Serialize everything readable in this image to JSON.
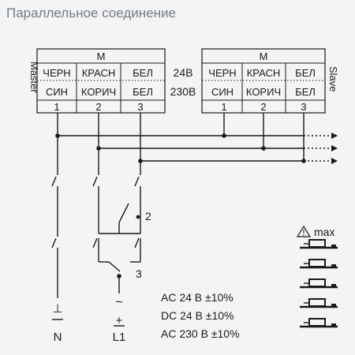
{
  "title": "Параллельное соединение",
  "master": {
    "side_label": "Master",
    "header": "M",
    "row1": [
      "ЧЕРН",
      "КРАСН",
      "БЕЛ"
    ],
    "row2": [
      "СИН",
      "КОРИЧ",
      "БЕЛ"
    ],
    "terminals": [
      "1",
      "2",
      "3"
    ]
  },
  "slave": {
    "side_label": "Slave",
    "header": "M",
    "row1": [
      "ЧЕРН",
      "КРАСН",
      "БЕЛ"
    ],
    "row2": [
      "СИН",
      "КОРИЧ",
      "БЕЛ"
    ],
    "terminals": [
      "1",
      "2",
      "3"
    ]
  },
  "voltage": {
    "v1": "24В",
    "v2": "230В"
  },
  "switch_labels": {
    "s2": "2",
    "s3": "3"
  },
  "terminals_bottom": {
    "n_symbol": "⊥",
    "n_label": "N",
    "l_symbol_ac": "~",
    "l_symbol_dc": "+",
    "l_label": "L1"
  },
  "specs": [
    "AC 24 В ±10%",
    "DC 24 В ±10%",
    "AC 230 В ±10%"
  ],
  "legend": {
    "warning_icon": "warning-triangle-icon",
    "max_label": "max",
    "actuator_count": 5
  }
}
